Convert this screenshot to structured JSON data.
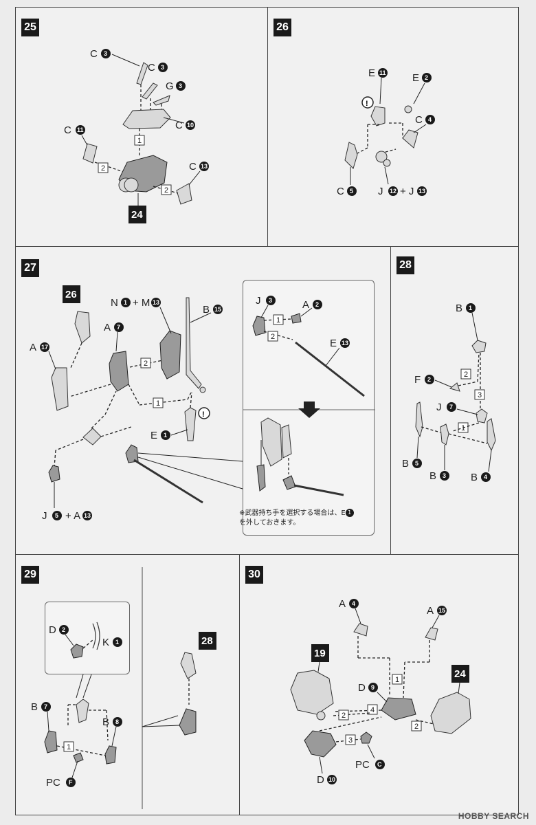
{
  "steps": {
    "s25": {
      "number": "25",
      "labels": {
        "c3a": "C",
        "c3b": "C",
        "g3": "G",
        "c10": "C",
        "c11": "C",
        "c13": "C"
      },
      "sub": "24",
      "order": [
        "1",
        "2",
        "2"
      ]
    },
    "s26": {
      "number": "26",
      "labels": {
        "e11": "E",
        "e2": "E",
        "c4": "C",
        "c5": "C",
        "j12j13": "J",
        "plus": "+ J"
      }
    },
    "s27": {
      "number": "27",
      "labels": {
        "n1m13": "N",
        "plusm": "+ M",
        "b15": "B",
        "a7": "A",
        "a17": "A",
        "e1": "E",
        "j5a13": "J",
        "plusa": "+ A",
        "j3": "J",
        "a2": "A",
        "e13": "E"
      },
      "sub": "26"
    },
    "s28": {
      "number": "28",
      "labels": {
        "b1": "B",
        "f2": "F",
        "j7": "J",
        "b5": "B",
        "b3": "B",
        "b4": "B"
      }
    },
    "s29": {
      "number": "29",
      "labels": {
        "d2": "D",
        "k1": "K",
        "b7": "B",
        "b8": "B",
        "pcf": "PC"
      },
      "sub": "28"
    },
    "s30": {
      "number": "30",
      "labels": {
        "a4": "A",
        "a15": "A",
        "d9": "D",
        "pcc": "PC",
        "d10": "D"
      },
      "sub1": "19",
      "sub2": "24"
    }
  },
  "note": {
    "line1": "※武器持ち手を選択する場合は、E",
    "line2": "を外しておきます。"
  },
  "watermark": "HOBBY SEARCH"
}
